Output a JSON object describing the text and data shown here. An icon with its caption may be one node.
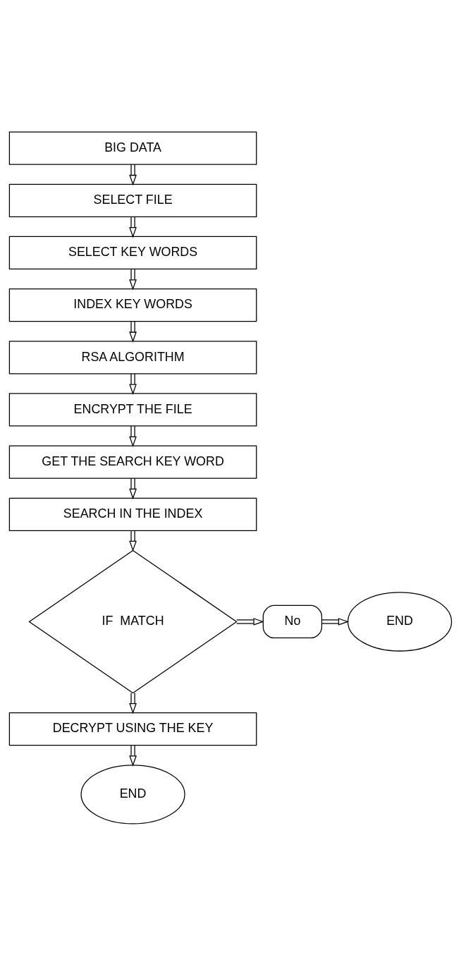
{
  "diagram": {
    "nodes": [
      {
        "text": [
          "BIG DATA"
        ]
      },
      {
        "text": [
          "SELECT FILE"
        ]
      },
      {
        "text": [
          "SELECT KEY WORDS"
        ]
      },
      {
        "text": [
          "INDEX KEY WORDS"
        ]
      },
      {
        "text": [
          "RSA ALGORITHM"
        ]
      },
      {
        "text": [
          "ENCRYPT THE FILE"
        ]
      },
      {
        "text": [
          "GET THE SEARCH KEY WORD"
        ]
      },
      {
        "text": [
          "SEARCH IN THE INDEX"
        ]
      },
      {
        "text": [
          "IF  MATCH"
        ]
      },
      {
        "text": [
          "No"
        ]
      },
      {
        "text": [
          "END"
        ]
      },
      {
        "text": [
          "DECRYPT USING THE KEY"
        ]
      },
      {
        "text": [
          "END"
        ]
      }
    ],
    "edges": [
      {
        "from": 0,
        "to": 1,
        "arrow": "to"
      },
      {
        "from": 1,
        "to": 2,
        "arrow": "to"
      },
      {
        "from": 2,
        "to": 3,
        "arrow": "to"
      },
      {
        "from": 3,
        "to": 4,
        "arrow": "to"
      },
      {
        "from": 4,
        "to": 5,
        "arrow": "to"
      },
      {
        "from": 5,
        "to": 6,
        "arrow": "to"
      },
      {
        "from": 6,
        "to": 7,
        "arrow": "to"
      },
      {
        "from": 7,
        "to": 8,
        "arrow": "to"
      },
      {
        "from": 8,
        "to": 9,
        "arrow": "to"
      },
      {
        "from": 9,
        "to": 10,
        "arrow": "to"
      },
      {
        "from": 8,
        "to": 11,
        "arrow": "to"
      },
      {
        "from": 11,
        "to": 12,
        "arrow": "to"
      }
    ]
  }
}
